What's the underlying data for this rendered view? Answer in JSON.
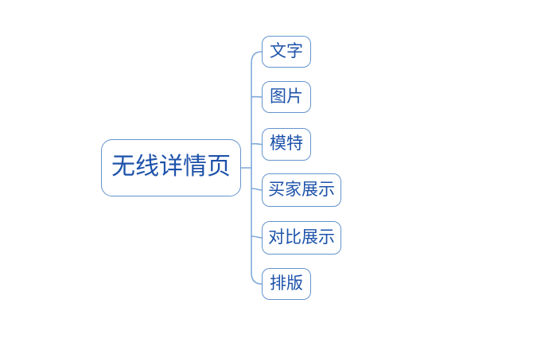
{
  "diagram": {
    "type": "mindmap",
    "root": {
      "label": "无线详情页"
    },
    "children": [
      {
        "label": "文字"
      },
      {
        "label": "图片"
      },
      {
        "label": "模特"
      },
      {
        "label": "买家展示"
      },
      {
        "label": "对比展示"
      },
      {
        "label": "排版"
      }
    ],
    "colors": {
      "node_border": "#6494cd",
      "node_text": "#1d52aa",
      "connector": "#7fa9da",
      "background": "#ffffff"
    }
  }
}
